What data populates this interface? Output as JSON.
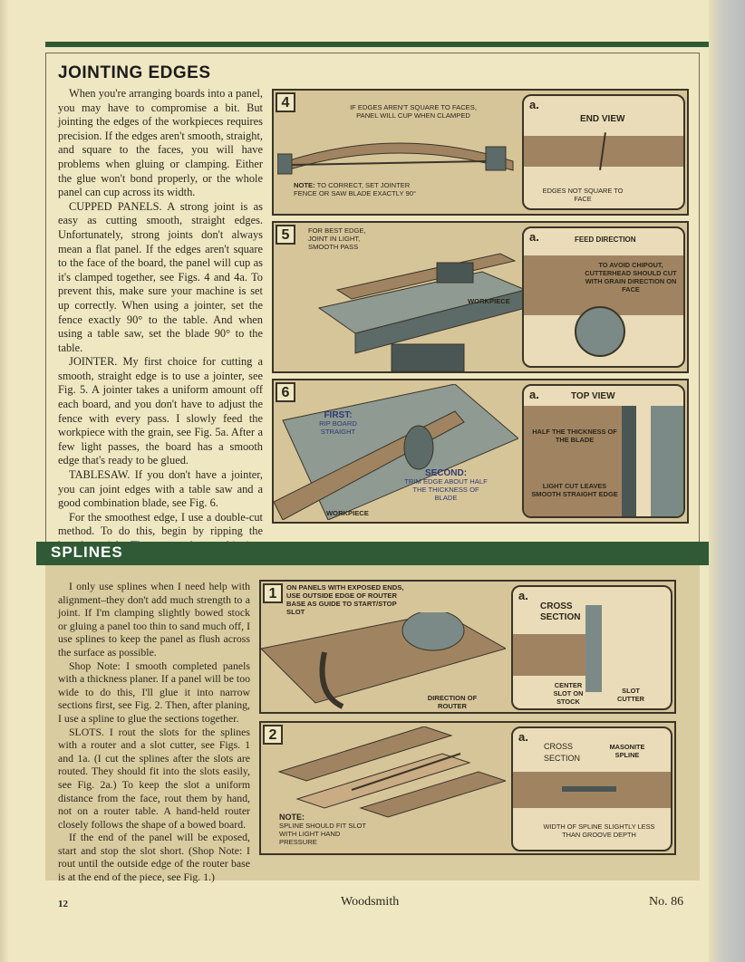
{
  "jointing": {
    "heading": "JOINTING EDGES",
    "paragraphs": [
      "When you're arranging boards into a panel, you may have to compromise a bit. But jointing the edges of the workpieces requires precision. If the edges aren't smooth, straight, and square to the faces, you will have problems when gluing or clamping. Either the glue won't bond properly, or the whole panel can cup across its width.",
      "CUPPED PANELS. A strong joint is as easy as cutting smooth, straight edges. Unfortunately, strong joints don't always mean a flat panel. If the edges aren't square to the face of the board, the panel will cup as it's clamped together, see Figs. 4 and 4a. To prevent this, make sure your machine is set up correctly. When using a jointer, set the fence exactly 90° to the table. And when using a table saw, set the blade 90° to the table.",
      "JOINTER. My first choice for cutting a smooth, straight edge is to use a jointer, see Fig. 5. A jointer takes a uniform amount off each board, and you don't have to adjust the fence with every pass. I slowly feed the workpiece with the grain, see Fig. 5a. After a few light passes, the board has a smooth edge that's ready to be glued.",
      "TABLESAW. If you don't have a jointer, you can joint edges with a table saw and a good combination blade, see Fig. 6.",
      "For the smoothest edge, I use a double-cut method. To do this, begin by ripping the boards straight. Then repeat the cut, this time only removing about half the thickness of the saw blade, see Fig. 6a. This second, lighter cut results in a very smooth surface with virtually no saw marks or burning."
    ]
  },
  "fig4": {
    "num": "4",
    "label_top": "IF EDGES AREN'T SQUARE TO FACES, PANEL WILL CUP WHEN CLAMPED",
    "note_head": "NOTE:",
    "note": "TO CORRECT, SET JOINTER FENCE OR SAW BLADE EXACTLY 90°",
    "inset_letter": "a.",
    "inset_title": "END VIEW",
    "inset_note": "EDGES NOT SQUARE TO FACE"
  },
  "fig5": {
    "num": "5",
    "label_top": "FOR BEST EDGE, JOINT IN LIGHT, SMOOTH PASS",
    "label_piece": "WORKPIECE",
    "inset_letter": "a.",
    "inset_title": "FEED DIRECTION",
    "inset_note": "TO AVOID CHIPOUT, CUTTERHEAD SHOULD CUT WITH GRAIN DIRECTION ON FACE"
  },
  "fig6": {
    "num": "6",
    "first_head": "FIRST:",
    "first": "RIP BOARD STRAIGHT",
    "second_head": "SECOND:",
    "second": "TRIM EDGE ABOUT HALF THE THICKNESS OF BLADE",
    "label_piece": "WORKPIECE",
    "inset_letter": "a.",
    "inset_title": "TOP VIEW",
    "inset_note1": "HALF THE THICKNESS OF THE BLADE",
    "inset_note2": "LIGHT CUT LEAVES SMOOTH STRAIGHT EDGE"
  },
  "splines": {
    "heading": "SPLINES",
    "paragraphs": [
      "I only use splines when I need help with alignment–they don't add much strength to a joint. If I'm clamping slightly bowed stock or gluing a panel too thin to sand much off, I use splines to keep the panel as flush across the surface as possible.",
      "Shop Note: I smooth completed panels with a thickness planer. If a panel will be too wide to do this, I'll glue it into narrow sections first, see Fig. 2. Then, after planing, I use a spline to glue the sections together.",
      "SLOTS. I rout the slots for the splines with a router and a slot cutter, see Figs. 1 and 1a. (I cut the splines after the slots are routed. They should fit into the slots easily, see Fig. 2a.) To keep the slot a uniform distance from the face, rout them by hand, not on a router table. A hand-held router closely follows the shape of a bowed board.",
      "If the end of the panel will be exposed, start and stop the slot short. (Shop Note: I rout until the outside edge of the router base is at the end of the piece, see Fig. 1.)"
    ]
  },
  "sfig1": {
    "num": "1",
    "label_top": "ON PANELS WITH EXPOSED ENDS, USE OUTSIDE EDGE OF ROUTER BASE AS GUIDE TO START/STOP SLOT",
    "label_dir": "DIRECTION OF ROUTER",
    "inset_letter": "a.",
    "inset_title": "CROSS SECTION",
    "inset_note1": "CENTER SLOT ON STOCK",
    "inset_note2": "SLOT CUTTER"
  },
  "sfig2": {
    "num": "2",
    "note_head": "NOTE:",
    "note": "SPLINE SHOULD FIT SLOT WITH LIGHT HAND PRESSURE",
    "inset_letter": "a.",
    "inset_title1": "CROSS",
    "inset_title2": "SECTION",
    "inset_label": "MASONITE SPLINE",
    "inset_note": "WIDTH OF SPLINE SLIGHTLY LESS THAN GROOVE DEPTH"
  },
  "footer": {
    "page": "12",
    "magazine": "Woodsmith",
    "issue": "No. 86"
  }
}
